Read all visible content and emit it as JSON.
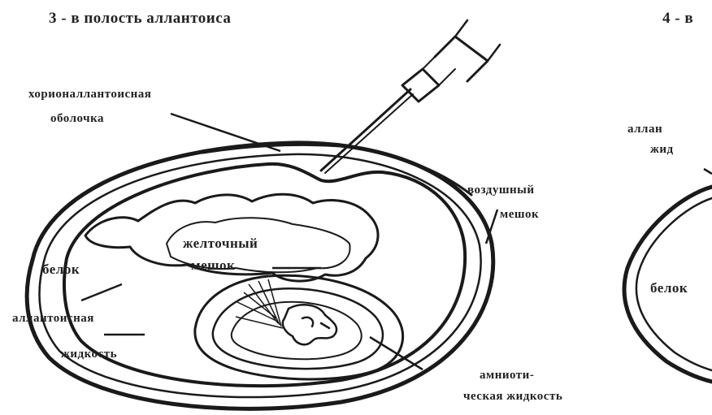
{
  "panels": {
    "left": {
      "heading": "3 - в полость аллантоиса"
    },
    "right": {
      "heading": "4 - в"
    }
  },
  "labels": {
    "chorion_line1": "хорионаллантоисная",
    "chorion_line2": "оболочка",
    "air_sac_line1": "воздушный",
    "air_sac_line2": "мешок",
    "yolk_sac_line1": "желточный",
    "yolk_sac_line2": "мешок",
    "albumen": "белок",
    "allantoic_line1": "аллантоисная",
    "allantoic_line2": "жидкость",
    "amniotic_line1": "амниоти-",
    "amniotic_line2": "ческая жидкость",
    "right_top_line1": "аллан",
    "right_top_line2": "жид",
    "right_albumen": "белок"
  },
  "colors": {
    "ink": "#1a1a1a",
    "paper": "#ffffff"
  }
}
